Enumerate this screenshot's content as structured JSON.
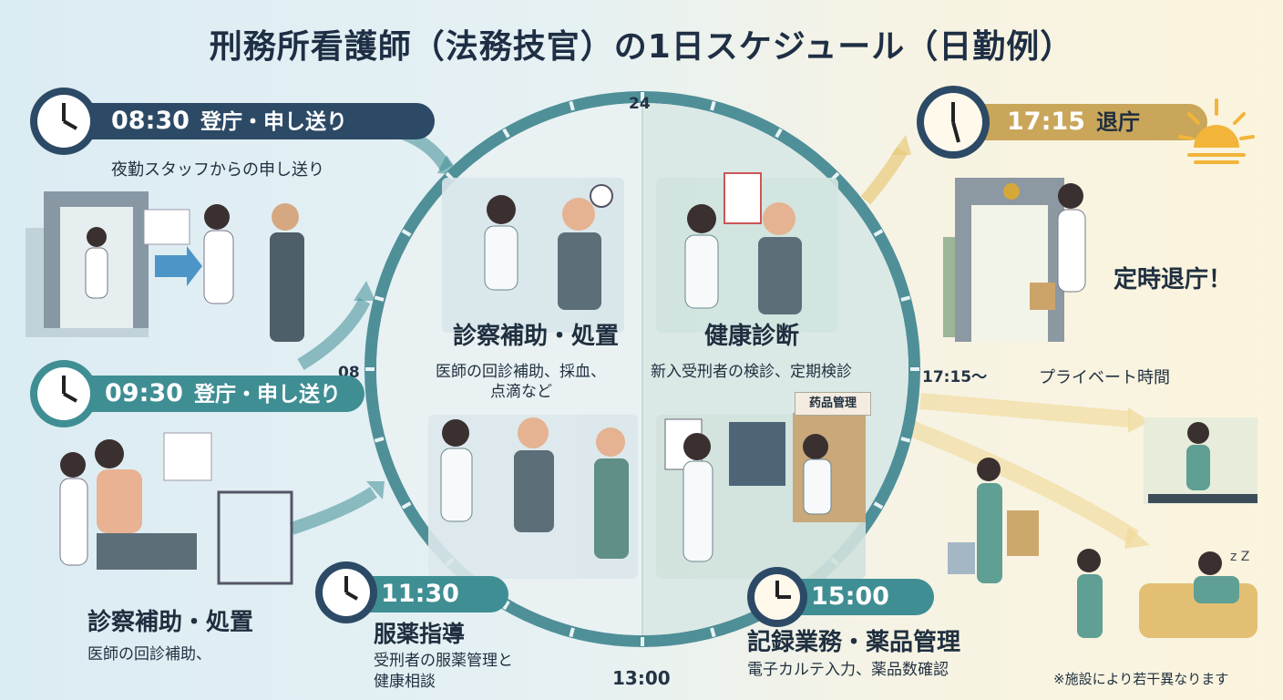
{
  "title": "刑務所看護師（法務技官）の1日スケジュール（日勤例）",
  "timeline": [
    {
      "time": "08:30",
      "label": "登庁・申し送り",
      "sub": "夜勤スタッフからの申し送り"
    },
    {
      "time": "09:30",
      "label": "登庁・申し送り",
      "heading": "診察補助・処置",
      "sub": "医師の回診補助、"
    },
    {
      "time": "11:30",
      "heading": "服薬指導",
      "sub_lines": [
        "受刑者の服薬管理と",
        "健康相談"
      ]
    },
    {
      "time": "15:00",
      "heading": "記録業務・薬品管理",
      "sub": "電子カルテ入力、薬品数確認"
    },
    {
      "time": "17:15",
      "label": "退庁",
      "tagline": "定時退庁！"
    }
  ],
  "dial": {
    "top": "24",
    "left": "08",
    "bottom": "13:00",
    "right": "17:15〜",
    "q1": {
      "heading": "診察補助・処置",
      "sub_lines": [
        "医師の回診補助、採血、",
        "点滴など"
      ]
    },
    "q2": {
      "heading": "健康診断",
      "sub": "新入受刑者の検診、定期検診"
    },
    "pharmacy_sign": "药品管理"
  },
  "evening": {
    "private": "プライベート時間",
    "note": "※施設により若干異なります"
  },
  "colors": {
    "navy": "#2c4a66",
    "teal": "#3f8e93",
    "gold": "#c9a65a",
    "ring": "#4f8f98"
  }
}
